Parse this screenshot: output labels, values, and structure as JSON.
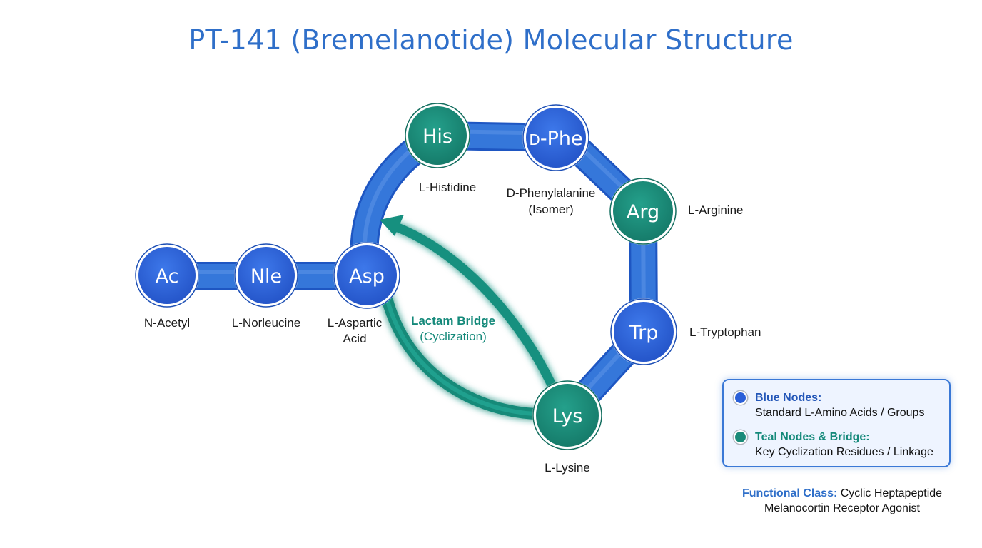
{
  "title": "PT-141 (Bremelanotide) Molecular Structure",
  "colors": {
    "title": "#2f6fc9",
    "blue_node": "#2a5fd8",
    "teal_node": "#1a8a78",
    "chain": "#2f6fd3",
    "bridge": "#16907f"
  },
  "nodes": [
    {
      "id": "ac",
      "label": "Ac",
      "name_lines": [
        "N-Acetyl"
      ],
      "color": "blue"
    },
    {
      "id": "nle",
      "label": "Nle",
      "name_lines": [
        "L-Norleucine"
      ],
      "color": "blue"
    },
    {
      "id": "asp",
      "label": "Asp",
      "name_lines": [
        "L-Aspartic",
        "Acid"
      ],
      "color": "blue"
    },
    {
      "id": "his",
      "label": "His",
      "name_lines": [
        "L-Histidine"
      ],
      "color": "teal"
    },
    {
      "id": "dphe",
      "label_prefix": "D",
      "label": "-Phe",
      "name_lines": [
        "D-Phenylalanine",
        "(Isomer)"
      ],
      "color": "blue"
    },
    {
      "id": "arg",
      "label": "Arg",
      "name_lines": [
        "L-Arginine"
      ],
      "color": "teal"
    },
    {
      "id": "trp",
      "label": "Trp",
      "name_lines": [
        "L-Tryptophan"
      ],
      "color": "blue"
    },
    {
      "id": "lys",
      "label": "Lys",
      "name_lines": [
        "L-Lysine"
      ],
      "color": "teal"
    }
  ],
  "bridge": {
    "line1": "Lactam Bridge",
    "line2": "(Cyclization)"
  },
  "legend": {
    "blue_title": "Blue Nodes:",
    "blue_desc": "Standard L-Amino Acids / Groups",
    "teal_title": "Teal Nodes & Bridge:",
    "teal_desc": "Key Cyclization Residues / Linkage"
  },
  "functional_class": {
    "label": "Functional Class:",
    "line1": "Cyclic Heptapeptide",
    "line2": "Melanocortin Receptor Agonist"
  }
}
